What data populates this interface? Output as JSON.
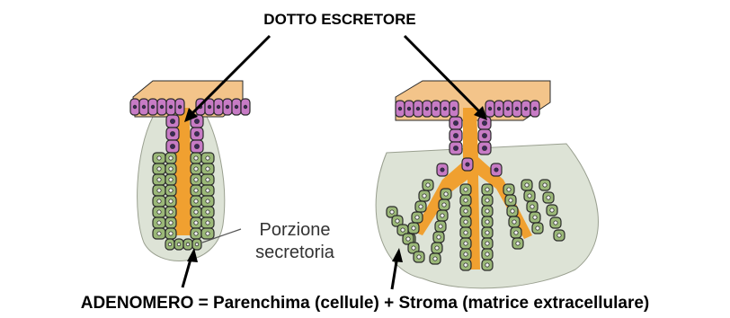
{
  "labels": {
    "duct": "DOTTO ESCRETORE",
    "secretory_line1": "Porzione",
    "secretory_line2": "secretoria",
    "adenomere": "ADENOMERO = Parenchima (cellule) + Stroma (matrice extracellulare)"
  },
  "colors": {
    "surface": "#f3c48a",
    "lumen": "#f0a030",
    "duct_cell": "#c77bc5",
    "duct_nucleus": "#3a2a5a",
    "secretory_cell": "#9bb878",
    "secretory_nucleus": "#f5f5f5",
    "stroma": "#dde3d6",
    "outline": "#2a2a2a"
  }
}
